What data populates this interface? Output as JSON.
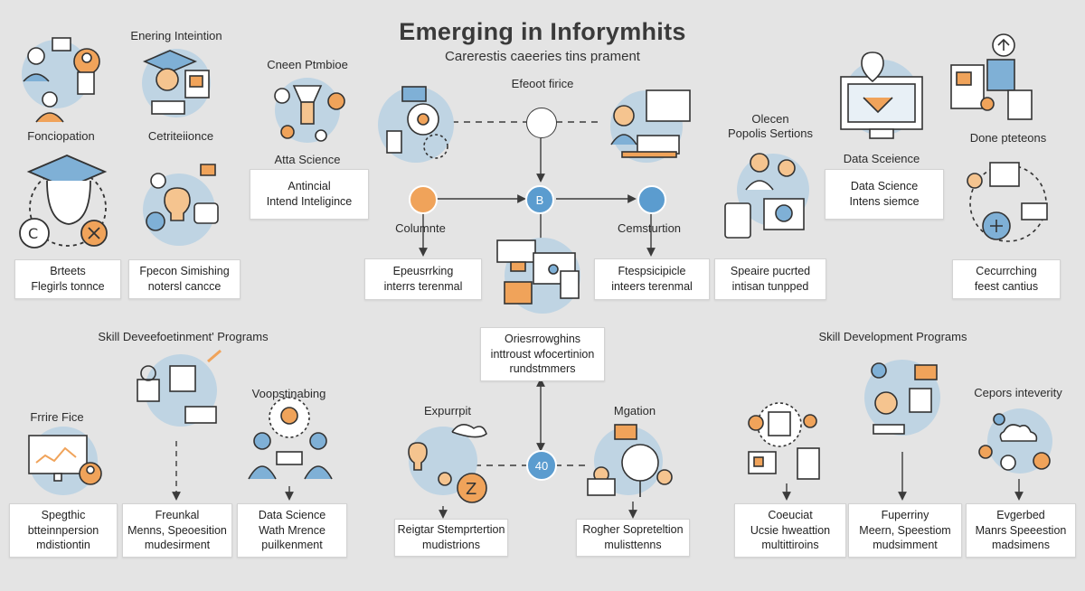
{
  "title": "Emerging in Inforymhits",
  "subtitle": "Carerestis caeeries tins prament",
  "colors": {
    "accent_orange": "#f0a35a",
    "accent_blue": "#5b9ccf",
    "circle_fill": "#bfd4e3",
    "line": "#3b3b3b",
    "background": "#e4e4e4"
  },
  "center": {
    "top_label": "Efeoot firice",
    "node_left_label": "Columnte",
    "node_center_label": "B",
    "node_right_label": "Cemsturtion",
    "bottom_node_label": "40",
    "bottom_left_label": "Expurrpit",
    "bottom_right_label": "Mgation"
  },
  "labels": {
    "top_left_1": "Enering Inteintion",
    "left_1": "Fonciopation",
    "left_2": "Cetriteiionce",
    "top_3": "Cneen Ptmbioe",
    "left_3": "Atta Science",
    "right_1": "Olecen",
    "right_2": "Popolis Sertions",
    "right_3": "Data Sceience",
    "right_4": "Done pteteons",
    "section_left": "Skill Deveefoetinment' Programs",
    "section_right": "Skill Development Programs",
    "lower_left_1": "Frrire Fice",
    "lower_left_2": "Voopstinabing",
    "lower_right_1": "Cepors inteverity"
  },
  "boxes": {
    "b1": [
      "Brteets",
      "Flegirls tonnce"
    ],
    "b2": [
      "Fpecon Simishing",
      "notersl cancce"
    ],
    "b3": [
      "Antincial",
      "Intend Inteligince"
    ],
    "b4": [
      "Epeusrrking",
      "interrs terenmal"
    ],
    "b5": [
      "Ftespsicipicle",
      "inteers terenmal"
    ],
    "b6": [
      "Speaire pucrted",
      "intisan tunpped"
    ],
    "b7": [
      "Data Science",
      "Intens siemce"
    ],
    "b8": [
      "Cecurrching",
      "feest cantius"
    ],
    "b9": [
      "Oriesrrowghins",
      "inttroust wfocertinion",
      "rundstmmers"
    ],
    "b10": [
      "Spegthic",
      "btteinnpersion",
      "mdistiontin"
    ],
    "b11": [
      "Freunkal",
      "Menns, Speoesition",
      "mudesirment"
    ],
    "b12": [
      "Data Science",
      "Wath Mrence",
      "puilkenment"
    ],
    "b13": [
      "Reigtar Stemprtertion",
      "mudistrions"
    ],
    "b14": [
      "Rogher Sopreteltion",
      "mulisttenns"
    ],
    "b15": [
      "Coeuciat",
      "Ucsie hweattion",
      "multittiroins"
    ],
    "b16": [
      "Fuperriny",
      "Meern, Speestiom",
      "mudsimment"
    ],
    "b17": [
      "Evgerbed",
      "Manrs Speeestion",
      "madsimens"
    ]
  }
}
